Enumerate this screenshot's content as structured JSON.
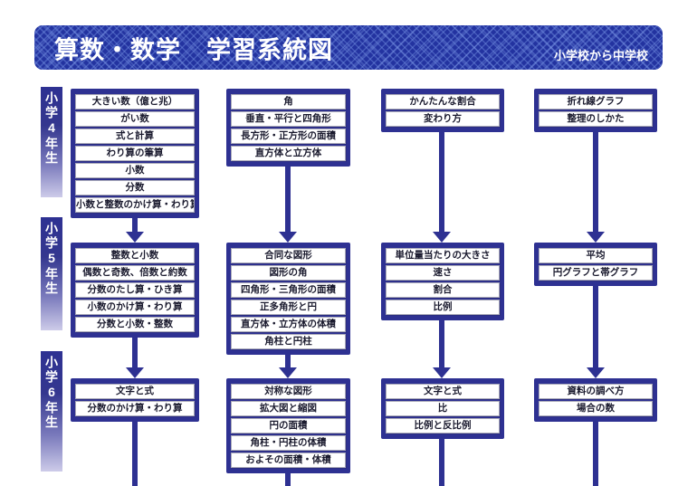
{
  "header": {
    "title": "算数・数学　学習系統図",
    "subtitle": "小学校から中学校"
  },
  "colors": {
    "navy": "#2e3192",
    "banner_bg": "#2333a0",
    "lattice": "#7896e6",
    "label_gradient_top": "#2e3192",
    "label_gradient_bottom": "#cdcbe9",
    "box_bg": "#ffffff",
    "box_border": "#a9a9b8",
    "box_text": "#1a1a2e"
  },
  "grades": [
    {
      "label": "小学4年生",
      "columns": [
        {
          "boxes": [
            "大きい数（億と兆）",
            "がい数",
            "式と計算",
            "わり算の筆算",
            "小数",
            "分数",
            "小数と整数のかけ算・わり算"
          ]
        },
        {
          "boxes": [
            "角",
            "垂直・平行と四角形",
            "長方形・正方形の面積",
            "直方体と立方体"
          ]
        },
        {
          "boxes": [
            "かんたんな割合",
            "変わり方"
          ]
        },
        {
          "boxes": [
            "折れ線グラフ",
            "整理のしかた"
          ]
        }
      ]
    },
    {
      "label": "小学5年生",
      "columns": [
        {
          "boxes": [
            "整数と小数",
            "偶数と奇数、倍数と約数",
            "分数のたし算・ひき算",
            "小数のかけ算・わり算",
            "分数と小数・整数"
          ]
        },
        {
          "boxes": [
            "合同な図形",
            "図形の角",
            "四角形・三角形の面積",
            "正多角形と円",
            "直方体・立方体の体積",
            "角柱と円柱"
          ]
        },
        {
          "boxes": [
            "単位量当たりの大きさ",
            "速さ",
            "割合",
            "比例"
          ]
        },
        {
          "boxes": [
            "平均",
            "円グラフと帯グラフ"
          ]
        }
      ]
    },
    {
      "label": "小学6年生",
      "columns": [
        {
          "boxes": [
            "文字と式",
            "分数のかけ算・わり算"
          ]
        },
        {
          "boxes": [
            "対称な図形",
            "拡大図と縮図",
            "円の面積",
            "角柱・円柱の体積",
            "およその面積・体積"
          ]
        },
        {
          "boxes": [
            "文字と式",
            "比",
            "比例と反比例"
          ]
        },
        {
          "boxes": [
            "資料の調べ方",
            "場合の数"
          ]
        }
      ]
    }
  ]
}
